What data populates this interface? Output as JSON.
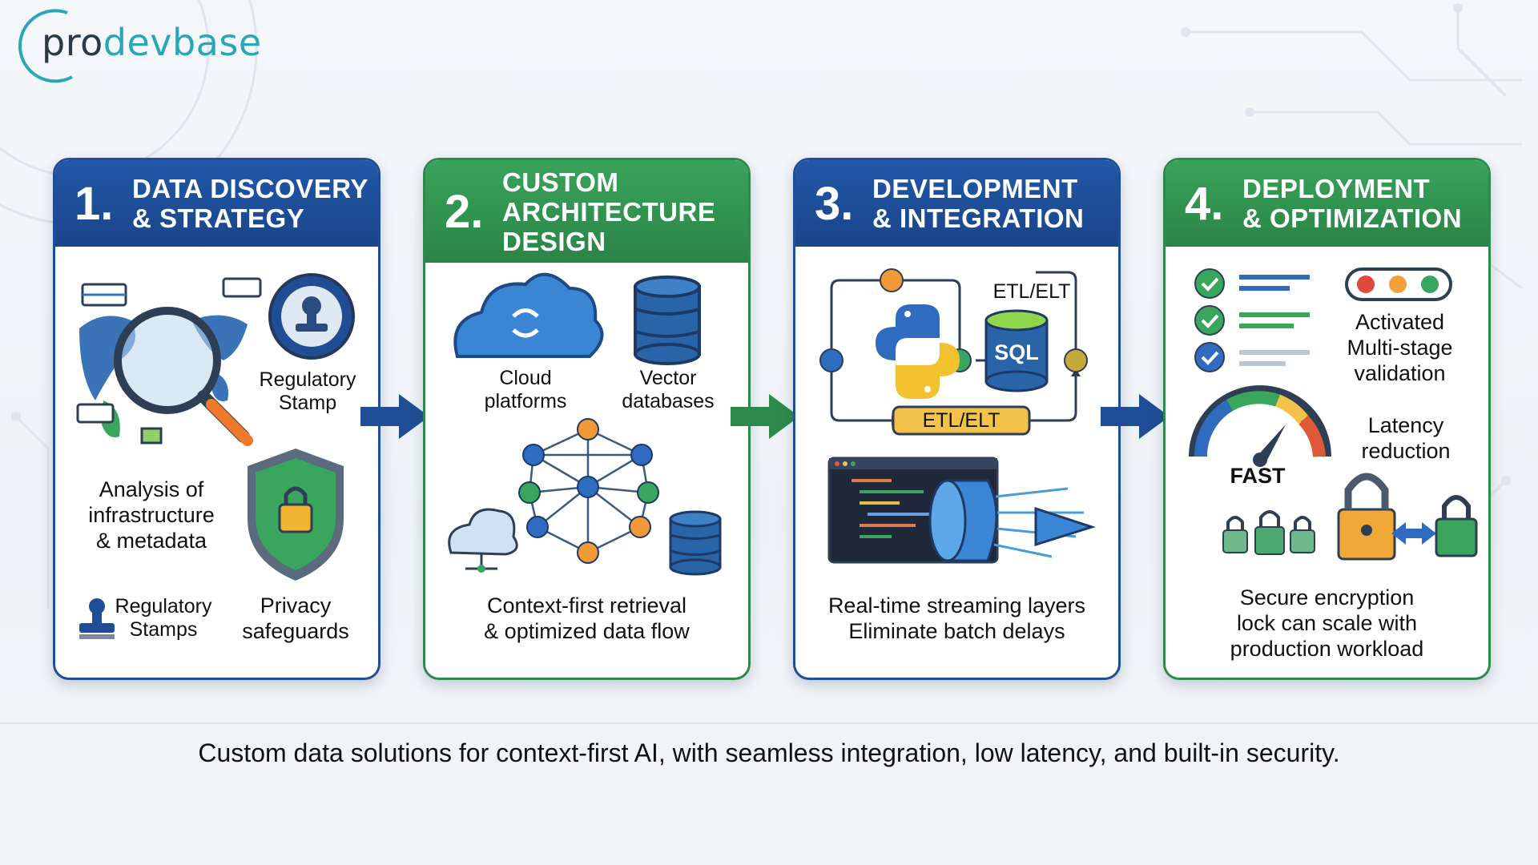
{
  "brand": {
    "logo_pro": "pro",
    "logo_devbase": "devbase"
  },
  "steps": [
    {
      "number": "1.",
      "title_lines": [
        "DATA DISCOVERY",
        "& STRATEGY"
      ],
      "labels": {
        "regulatory_stamp": [
          "Regulatory",
          "Stamp"
        ],
        "analysis": [
          "Analysis of",
          "infrastructure",
          "& metadata"
        ],
        "regulatory_stamps": [
          "Regulatory",
          "Stamps"
        ],
        "privacy": [
          "Privacy",
          "safeguards"
        ]
      }
    },
    {
      "number": "2.",
      "title_lines": [
        "CUSTOM",
        "ARCHITECTURE",
        "DESIGN"
      ],
      "labels": {
        "cloud": [
          "Cloud",
          "platforms"
        ],
        "vector": [
          "Vector",
          "databases"
        ],
        "context": [
          "Context-first retrieval",
          "& optimized data flow"
        ]
      }
    },
    {
      "number": "3.",
      "title_lines": [
        "DEVELOPMENT",
        "& INTEGRATION"
      ],
      "labels": {
        "etl_top": "ETL/ELT",
        "sql": "SQL",
        "etl_bar": "ETL/ELT",
        "streaming": [
          "Real-time streaming layers",
          "Eliminate batch delays"
        ]
      }
    },
    {
      "number": "4.",
      "title_lines": [
        "DEPLOYMENT",
        "& OPTIMIZATION"
      ],
      "labels": {
        "validation": [
          "Activated",
          "Multi-stage",
          "validation"
        ],
        "latency": [
          "Latency",
          "reduction"
        ],
        "fast": "FAST",
        "secure": [
          "Secure encryption",
          "lock can scale with",
          "production workload"
        ]
      }
    }
  ],
  "caption": "Custom data solutions for context-first AI, with seamless integration, low latency, and built-in security.",
  "colors": {
    "blue": "#1f4e96",
    "green": "#2e8a4c",
    "orange": "#f29a38",
    "node_blue": "#2f6cc0"
  }
}
